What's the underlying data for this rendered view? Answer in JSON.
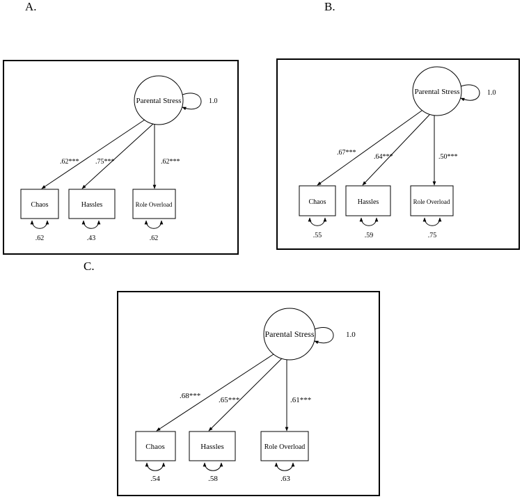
{
  "panels": [
    {
      "label": "A.",
      "latent": "Parental Stress",
      "latent_variance": "1.0",
      "indicators": [
        {
          "name": "Chaos",
          "loading": ".62***",
          "residual": ".62"
        },
        {
          "name": "Hassles",
          "loading": ".75***",
          "residual": ".43"
        },
        {
          "name": "Role Overload",
          "loading": ".62***",
          "residual": ".62"
        }
      ]
    },
    {
      "label": "B.",
      "latent": "Parental Stress",
      "latent_variance": "1.0",
      "indicators": [
        {
          "name": "Chaos",
          "loading": ".67***",
          "residual": ".55"
        },
        {
          "name": "Hassles",
          "loading": ".64***",
          "residual": ".59"
        },
        {
          "name": "Role Overload",
          "loading": ".50***",
          "residual": ".75"
        }
      ]
    },
    {
      "label": "C.",
      "latent": "Parental Stress",
      "latent_variance": "1.0",
      "indicators": [
        {
          "name": "Chaos",
          "loading": ".68***",
          "residual": ".54"
        },
        {
          "name": "Hassles",
          "loading": ".65***",
          "residual": ".58"
        },
        {
          "name": "Role Overload",
          "loading": ".61***",
          "residual": ".63"
        }
      ]
    }
  ]
}
